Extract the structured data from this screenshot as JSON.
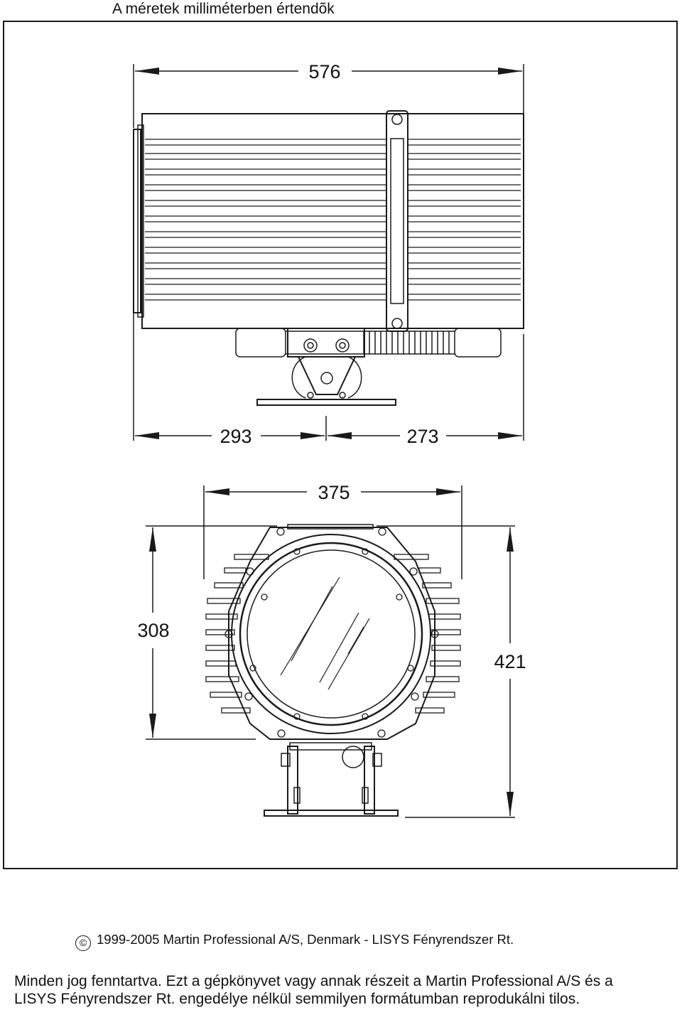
{
  "header": {
    "note": "A méretek milliméterben értendõk"
  },
  "dimensions": {
    "overall_length": "576",
    "front_length": "293",
    "rear_length": "273",
    "width": "375",
    "lens_height": "308",
    "total_height": "421"
  },
  "footer": {
    "copyright_symbol": "©",
    "copyright": "1999-2005 Martin Professional A/S, Denmark - LISYS Fényrendszer Rt.",
    "rights_line1": "Minden jog fenntartva. Ezt a gépkönyvet vagy annak részeit a Martin Professional A/S és a",
    "rights_line2": "LISYS Fényrendszer Rt. engedélye nélkül semmilyen formátumban reprodukálni tilos."
  },
  "colors": {
    "ink": "#1a1a1a",
    "paper": "#ffffff"
  }
}
